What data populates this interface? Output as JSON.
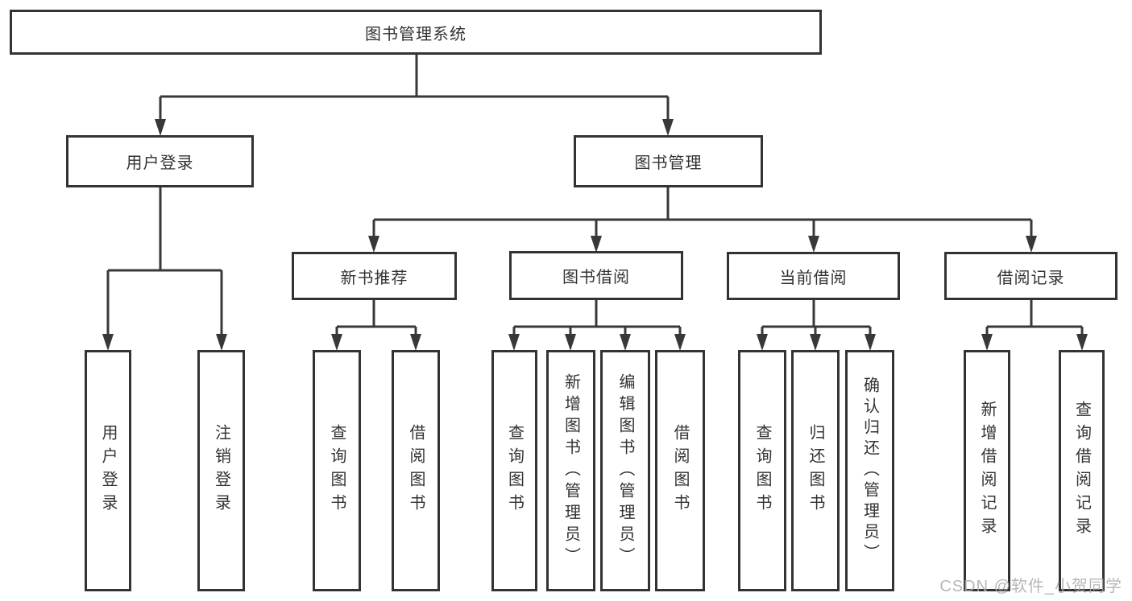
{
  "diagram": {
    "watermark": "CSDN @软件_小贺同学",
    "colors": {
      "line": "#383838",
      "border": "#333333",
      "text": "#333333",
      "watermark": "#ababab",
      "background": "#ffffff"
    },
    "nodes": {
      "root": {
        "label": "图书管理系统"
      },
      "login": {
        "label": "用户登录"
      },
      "mgmt": {
        "label": "图书管理"
      },
      "rec": {
        "label": "新书推荐"
      },
      "borrow": {
        "label": "图书借阅"
      },
      "current": {
        "label": "当前借阅"
      },
      "records": {
        "label": "借阅记录"
      },
      "leaf_login": {
        "label": "用户登录"
      },
      "leaf_logout": {
        "label": "注销登录"
      },
      "rec_query": {
        "label": "查询图书"
      },
      "rec_borrow": {
        "label": "借阅图书"
      },
      "bor_query": {
        "label": "查询图书"
      },
      "bor_add": {
        "label": "新增图书（管理员）"
      },
      "bor_edit": {
        "label": "编辑图书（管理员）"
      },
      "bor_lend": {
        "label": "借阅图书"
      },
      "cur_query": {
        "label": "查询图书"
      },
      "cur_return": {
        "label": "归还图书"
      },
      "cur_confirm": {
        "label": "确认归还（管理员）"
      },
      "rc_add": {
        "label": "新增借阅记录"
      },
      "rc_query": {
        "label": "查询借阅记录"
      }
    },
    "structure": {
      "root": [
        "login",
        "mgmt"
      ],
      "login": [
        "leaf_login",
        "leaf_logout"
      ],
      "mgmt": [
        "rec",
        "borrow",
        "current",
        "records"
      ],
      "rec": [
        "rec_query",
        "rec_borrow"
      ],
      "borrow": [
        "bor_query",
        "bor_add",
        "bor_edit",
        "bor_lend"
      ],
      "current": [
        "cur_query",
        "cur_return",
        "cur_confirm"
      ],
      "records": [
        "rc_add",
        "rc_query"
      ]
    }
  }
}
